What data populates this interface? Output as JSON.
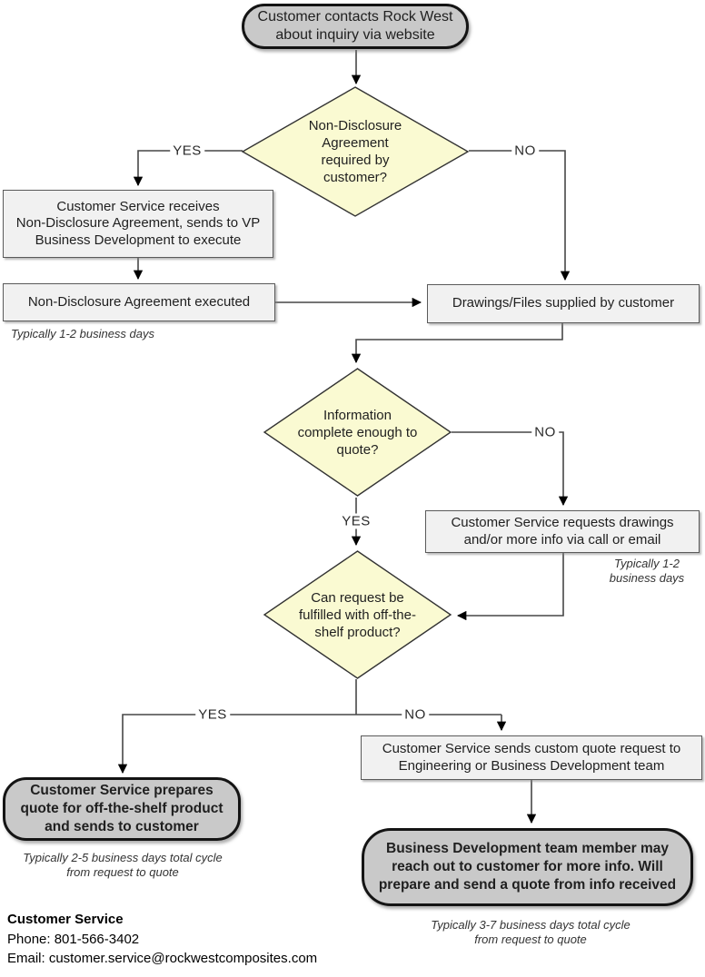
{
  "flowchart": {
    "nodes": {
      "start": {
        "label": "Customer contacts Rock West\nabout inquiry via website"
      },
      "nda_required": {
        "label": "Non-Disclosure\nAgreement\nrequired by\ncustomer?"
      },
      "cs_receives_nda": {
        "label": "Customer Service receives\nNon-Disclosure Agreement, sends to VP\nBusiness Development to execute"
      },
      "nda_executed": {
        "label": "Non-Disclosure Agreement executed"
      },
      "drawings_supplied": {
        "label": "Drawings/Files supplied by customer"
      },
      "info_complete": {
        "label": "Information\ncomplete enough to\nquote?"
      },
      "cs_requests_info": {
        "label": "Customer Service requests drawings\nand/or more info via call or email"
      },
      "off_the_shelf": {
        "label": "Can request be\nfulfilled with off-the-\nshelf product?"
      },
      "cs_prepares_quote": {
        "label": "Customer Service prepares\nquote for off-the-shelf product\nand sends to customer"
      },
      "custom_quote_request": {
        "label": "Customer Service sends custom quote request to\nEngineering or Business Development team"
      },
      "bd_reaches_out": {
        "label": "Business Development team member may\nreach out to customer for more info. Will\nprepare and send a quote from info received"
      }
    },
    "edge_labels": {
      "nda_yes": "YES",
      "nda_no": "NO",
      "info_no": "NO",
      "info_yes": "YES",
      "shelf_yes": "YES",
      "shelf_no": "NO"
    },
    "notes": {
      "nda_cycle": "Typically 1-2 business days",
      "request_cycle": "Typically 1-2\nbusiness days",
      "shelf_cycle": "Typically 2-5 business days total cycle\nfrom request to quote",
      "custom_cycle": "Typically 3-7 business days total cycle\nfrom request to quote"
    },
    "colors": {
      "terminal_fill": "#c9c9c9",
      "terminal_border": "#141414",
      "process_fill": "#f1f1f1",
      "process_border": "#5a5a5a",
      "decision_fill": "#fafad2",
      "decision_border": "#333333",
      "connector": "#474747",
      "arrow": "#000000",
      "text": "#1f1f1f"
    }
  },
  "footer": {
    "title": "Customer Service",
    "phone": "Phone: 801-566-3402",
    "email": "Email: customer.service@rockwestcomposites.com"
  }
}
